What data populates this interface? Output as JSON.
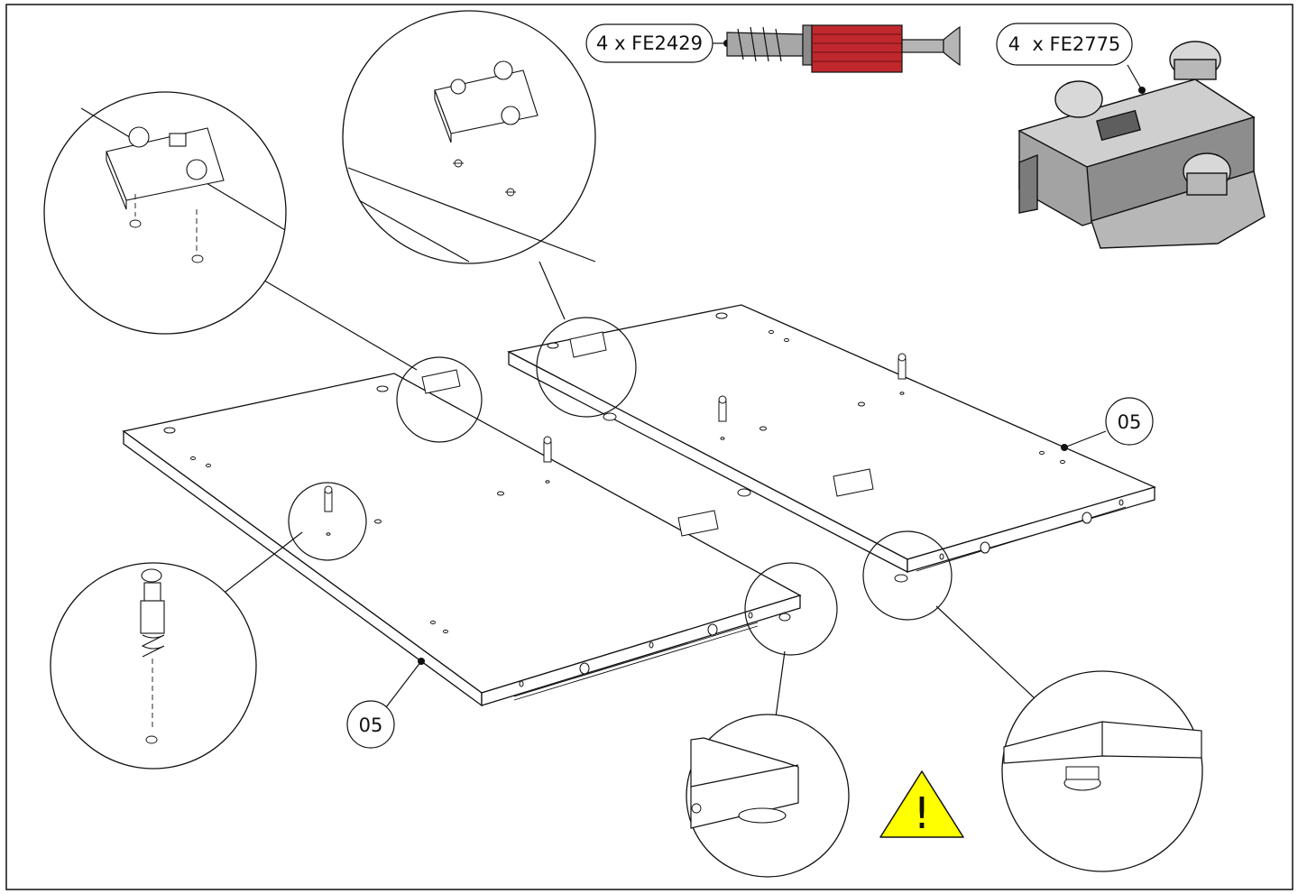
{
  "labels": {
    "part_fe2429": "4 x FE2429",
    "part_fe2775": "4  x FE2775",
    "panel_left_ref": "05",
    "panel_right_ref": "05",
    "warning_glyph": "!"
  },
  "colors": {
    "line": "#111111",
    "warning_fill": "#ffff00",
    "dowel_red": "#c0282e",
    "metal_gray": "#9a9a9a"
  },
  "icons": {
    "warning": "warning-triangle-icon",
    "connector": "cam-dowel-icon",
    "hinge_plate": "hinge-mounting-plate-icon"
  }
}
